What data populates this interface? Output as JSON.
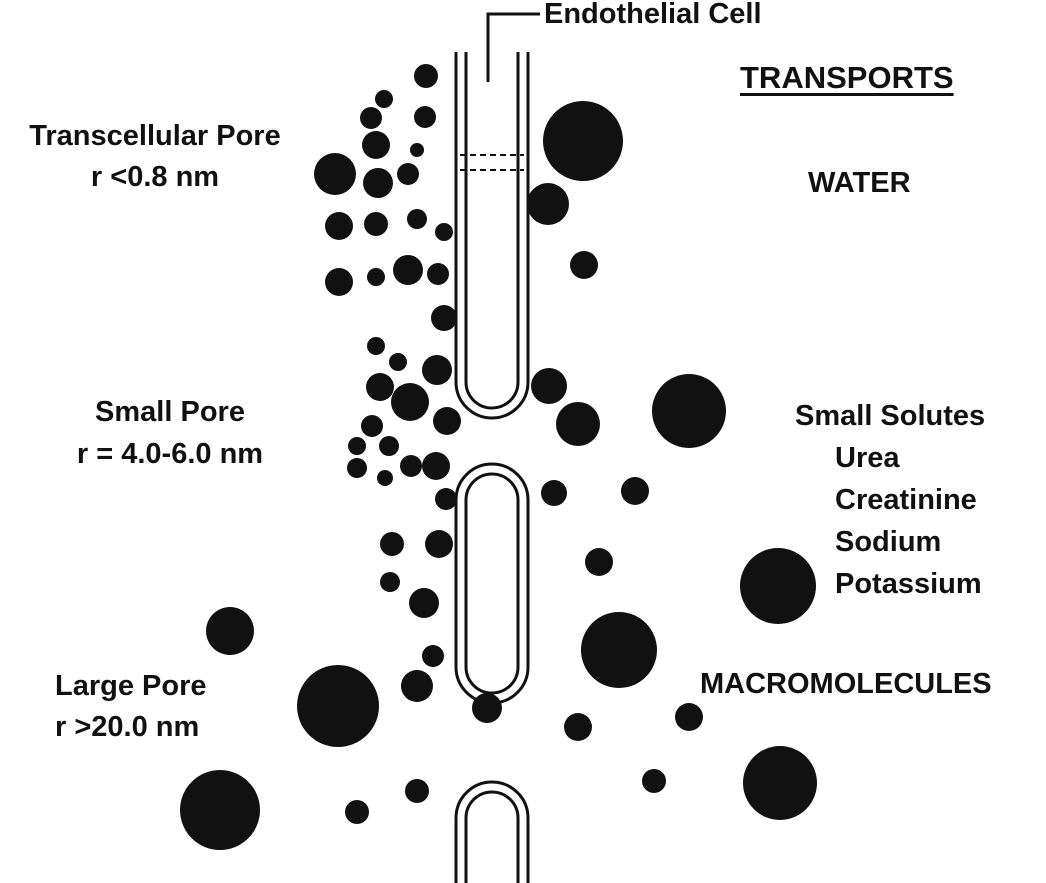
{
  "colors": {
    "ink": "#111111",
    "background": "#ffffff"
  },
  "labels": {
    "endothelial_cell": "Endothelial Cell",
    "transports": "TRANSPORTS",
    "transcellular_pore": "Transcellular Pore",
    "transcellular_radius": "r <0.8 nm",
    "water": "WATER",
    "small_pore": "Small Pore",
    "small_pore_radius": "r = 4.0-6.0 nm",
    "small_solutes": "Small Solutes",
    "urea": "Urea",
    "creatinine": "Creatinine",
    "sodium": "Sodium",
    "potassium": "Potassium",
    "large_pore": "Large Pore",
    "large_pore_radius": "r >20.0 nm",
    "macromolecules": "MACROMOLECULES"
  }
}
